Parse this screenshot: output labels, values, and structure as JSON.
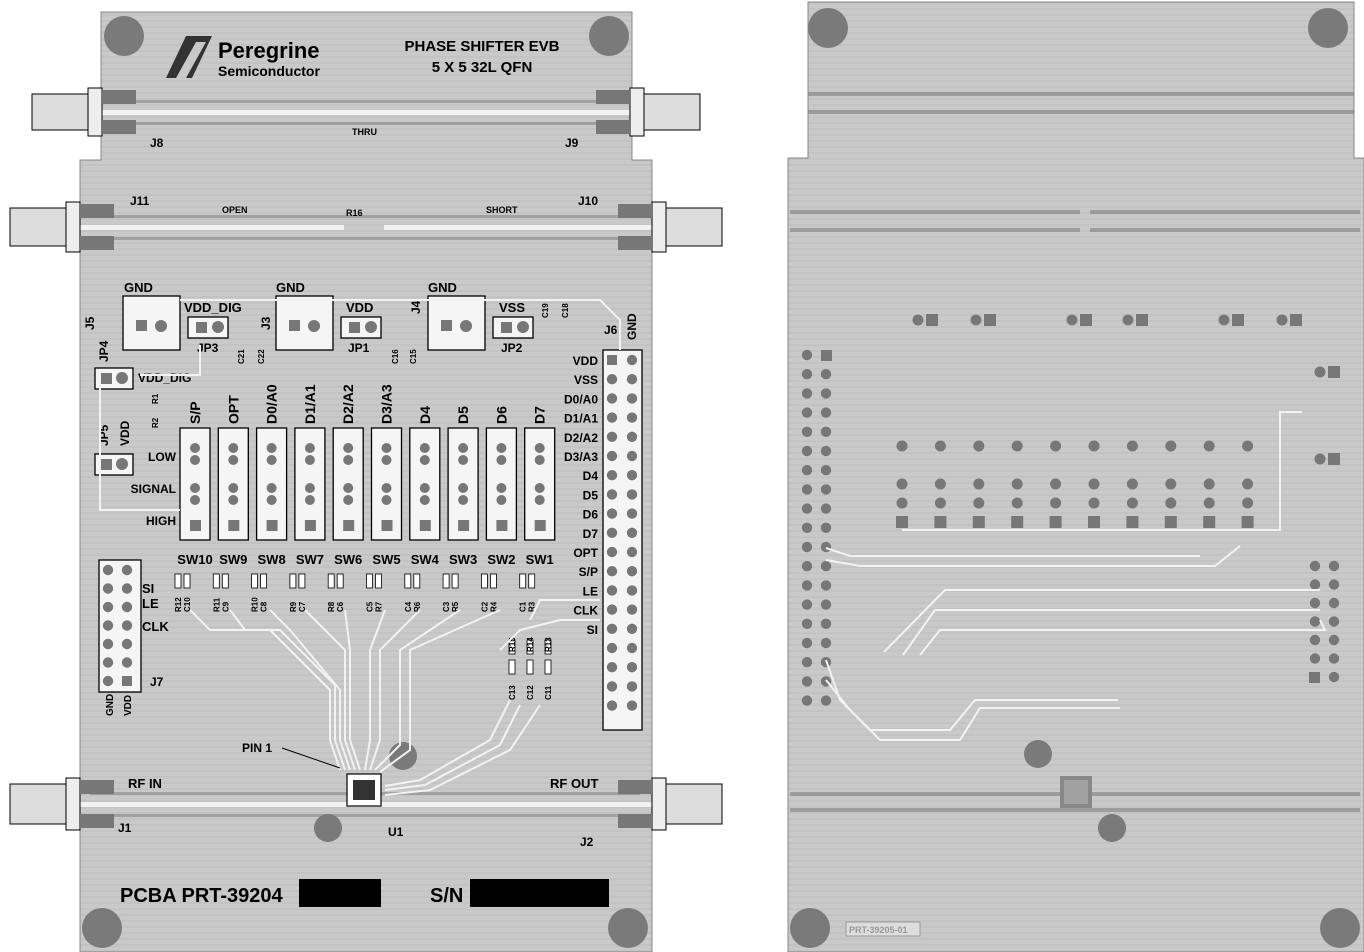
{
  "colors": {
    "board": "#c8c8c8",
    "trace": "#f2f2f2",
    "via": "#7a7a7a",
    "ink": "#000000",
    "pad": "#e6e6e6"
  },
  "logo": {
    "name": "Peregrine",
    "sub": "Semiconductor"
  },
  "title": {
    "line1": "PHASE SHIFTER EVB",
    "line2": "5 X 5 32L QFN"
  },
  "connectors": {
    "j8": "J8",
    "j9": "J9",
    "j11": "J11",
    "j10": "J10",
    "j1": "J1",
    "j2": "J2"
  },
  "lines": {
    "thru": "THRU",
    "open": "OPEN",
    "short": "SHORT",
    "r16": "R16"
  },
  "headers": {
    "gnd_j5": "GND",
    "j5": "J5",
    "vdd_dig": "VDD_DIG",
    "jp3": "JP3",
    "j3": "J3",
    "gnd_j3": "GND",
    "vdd": "VDD",
    "jp1": "JP1",
    "j4": "J4",
    "gnd_j4": "GND",
    "vss": "VSS",
    "jp2": "JP2",
    "j6": "J6",
    "gnd_j6": "GND",
    "jp4": "JP4",
    "vdd_dig_jp4": "VDD_DIG",
    "jp5": "JP5",
    "vdd_jp5": "VDD",
    "low": "LOW",
    "signal": "SIGNAL",
    "high": "HIGH"
  },
  "caps": {
    "c21": "C21",
    "c22": "C22",
    "c16": "C16",
    "c15": "C15",
    "c19": "C19",
    "c18": "C18",
    "r1": "R1",
    "r2": "R2"
  },
  "switches": [
    {
      "top": "S/P",
      "bottom": "SW10"
    },
    {
      "top": "OPT",
      "bottom": "SW9"
    },
    {
      "top": "D0/A0",
      "bottom": "SW8"
    },
    {
      "top": "D1/A1",
      "bottom": "SW7"
    },
    {
      "top": "D2/A2",
      "bottom": "SW6"
    },
    {
      "top": "D3/A3",
      "bottom": "SW5"
    },
    {
      "top": "D4",
      "bottom": "SW4"
    },
    {
      "top": "D5",
      "bottom": "SW3"
    },
    {
      "top": "D6",
      "bottom": "SW2"
    },
    {
      "top": "D7",
      "bottom": "SW1"
    }
  ],
  "j6_pins": [
    "VDD",
    "VSS",
    "D0/A0",
    "D1/A1",
    "D2/A2",
    "D3/A3",
    "D4",
    "D5",
    "D6",
    "D7",
    "OPT",
    "S/P",
    "LE",
    "CLK",
    "SI"
  ],
  "component_pairs": [
    "R12",
    "C10",
    "R11",
    "C9",
    "R10",
    "C8",
    "R9",
    "C7",
    "R8",
    "C6",
    "C5",
    "R7",
    "C4",
    "R6",
    "C3",
    "R5",
    "C2",
    "R4",
    "C1",
    "R3"
  ],
  "lower_parts": [
    "R15",
    "R14",
    "R13",
    "C13",
    "C12",
    "C11"
  ],
  "j7": {
    "name": "J7",
    "si": "SI",
    "le": "LE",
    "clk": "CLK",
    "gnd": "GND",
    "vdd": "VDD"
  },
  "rf": {
    "in": "RF IN",
    "out": "RF OUT",
    "pin1": "PIN 1",
    "u1": "U1"
  },
  "pcba": {
    "label": "PCBA PRT-39204",
    "sn": "S/N"
  },
  "back_part": "PRT-39205-01"
}
